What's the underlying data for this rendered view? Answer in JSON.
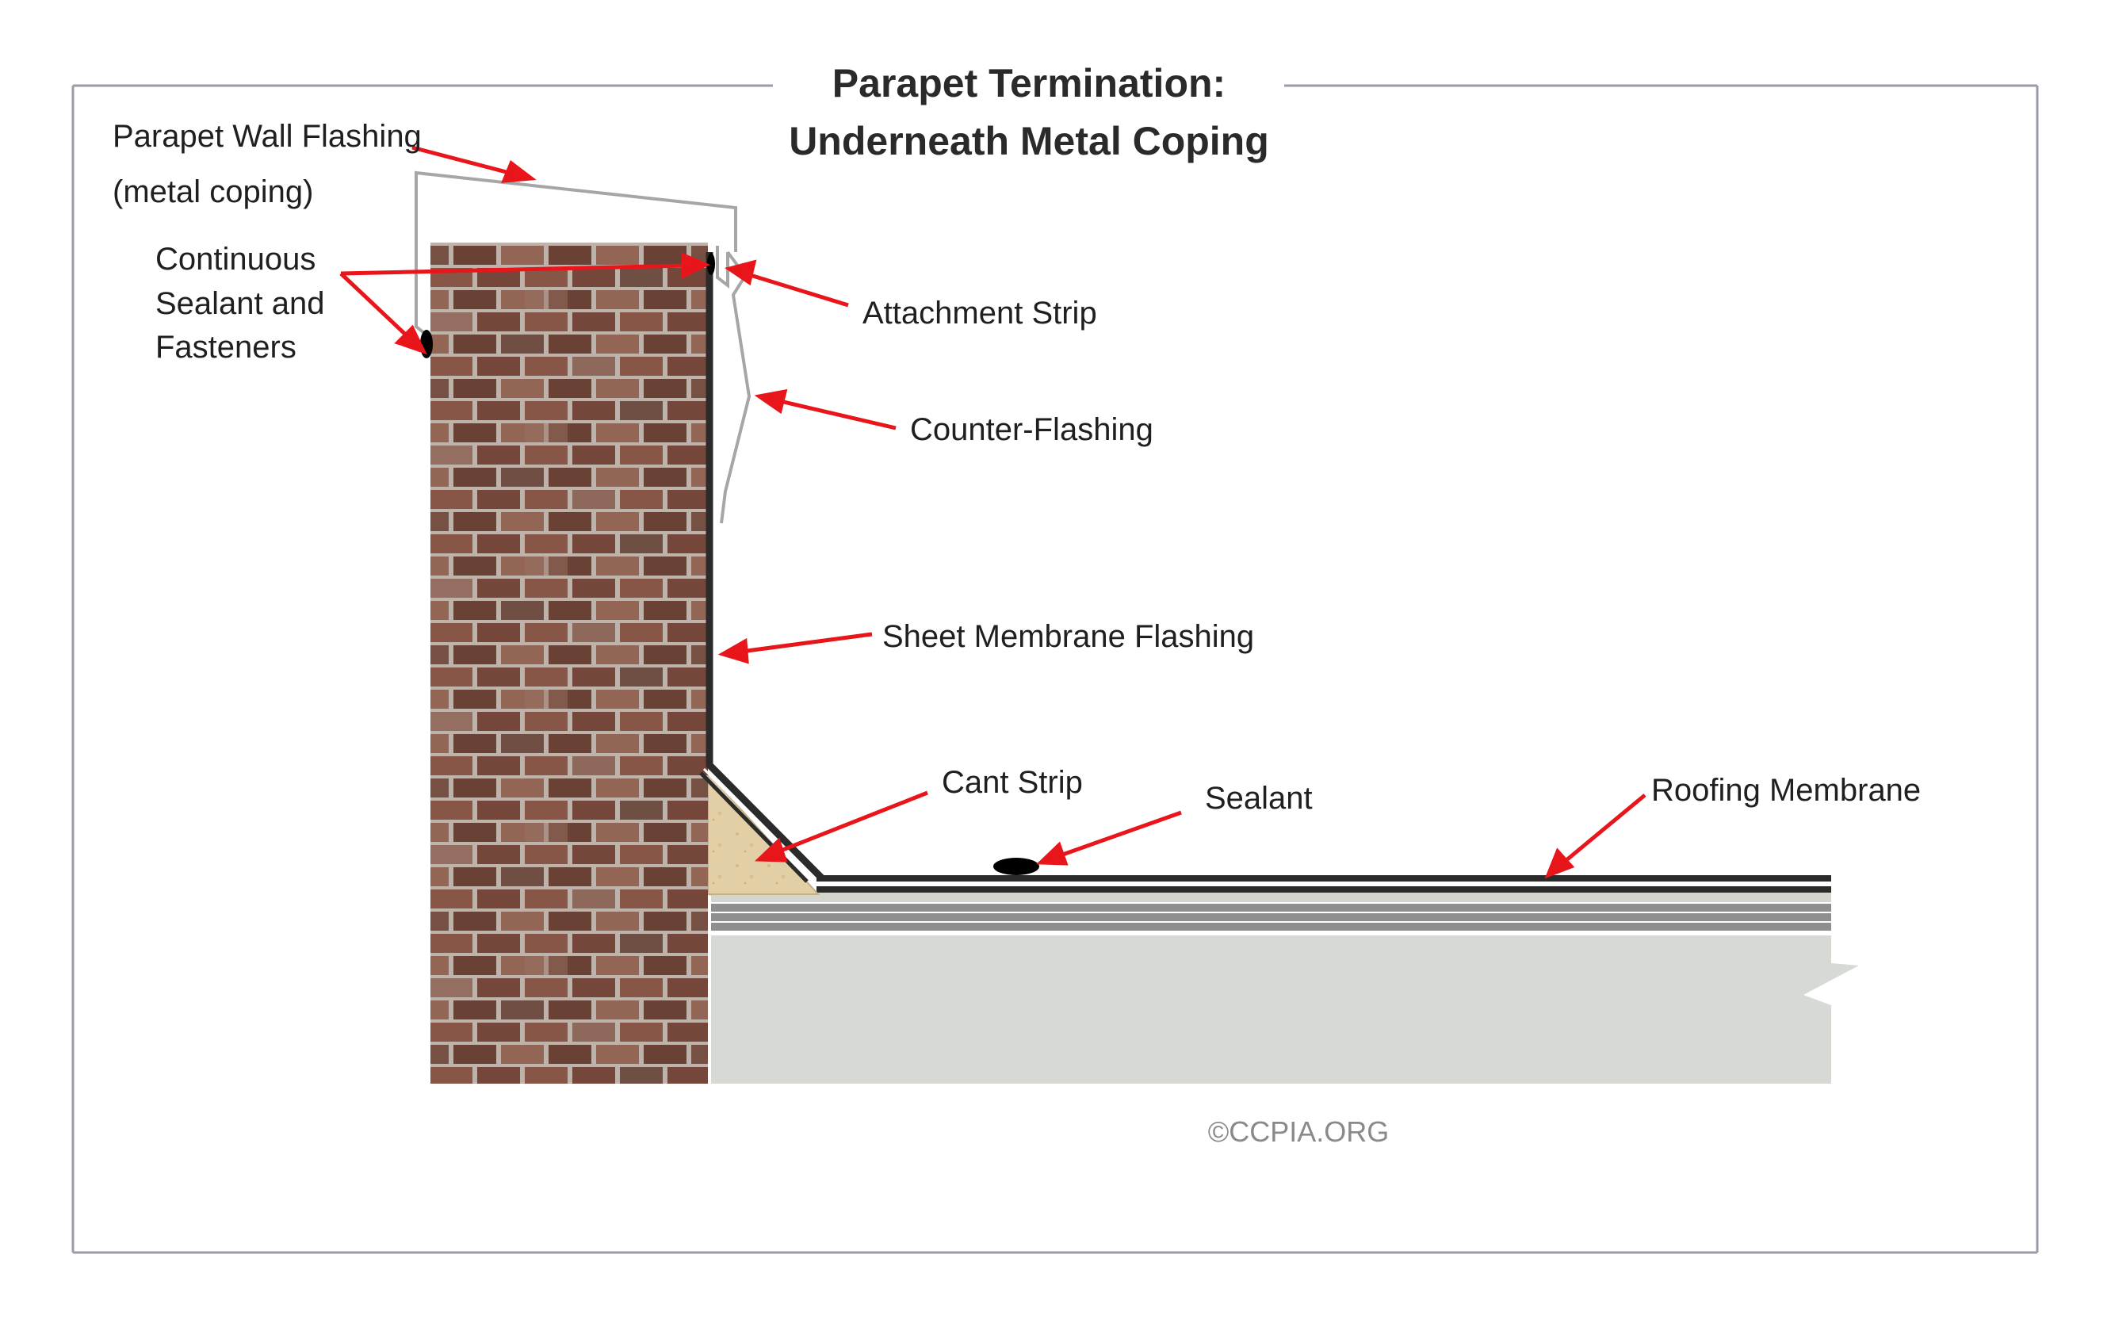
{
  "title": {
    "line1": "Parapet Termination:",
    "line2": "Underneath Metal Coping"
  },
  "labels": {
    "parapet_wall_flashing_1": "Parapet Wall Flashing",
    "parapet_wall_flashing_2": "(metal coping)",
    "continuous_sealant_1": "Continuous",
    "continuous_sealant_2": "Sealant and",
    "continuous_sealant_3": "Fasteners",
    "attachment_strip": "Attachment Strip",
    "counter_flashing": "Counter-Flashing",
    "sheet_membrane_flashing": "Sheet Membrane Flashing",
    "cant_strip": "Cant Strip",
    "sealant": "Sealant",
    "roofing_membrane": "Roofing Membrane"
  },
  "credit": "©CCPIA.ORG",
  "colors": {
    "arrow": "#e8151b",
    "frame": "#9a9aa8",
    "brick_mortar": "#c9bfb6",
    "membrane": "#2b2b2b",
    "deck": "#d6d9d4",
    "cant_strip": "#e3cfa6"
  }
}
